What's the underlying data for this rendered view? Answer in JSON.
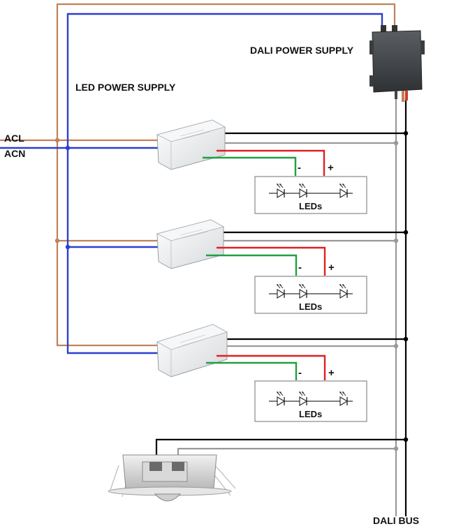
{
  "labels": {
    "dali_power_supply": "DALI POWER SUPPLY",
    "led_power_supply": "LED POWER SUPPLY",
    "acl": "ACL",
    "acn": "ACN",
    "dali_bus": "DALI BUS"
  },
  "led_modules": [
    {
      "label": "LEDs",
      "minus": "-",
      "plus": "+"
    },
    {
      "label": "LEDs",
      "minus": "-",
      "plus": "+"
    },
    {
      "label": "LEDs",
      "minus": "-",
      "plus": "+"
    }
  ],
  "colors": {
    "live_wire": "#c0825a",
    "neutral_wire": "#2b3fd0",
    "dali_black": "#000000",
    "dali_gray": "#999999",
    "led_positive": "#e02020",
    "led_negative": "#20a040"
  }
}
